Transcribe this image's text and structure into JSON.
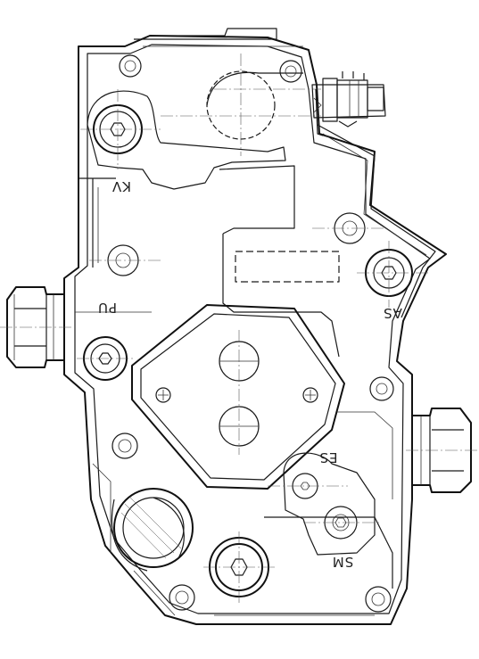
{
  "labels": {
    "kv": "KV",
    "pu": "PU",
    "as": "AS",
    "es": "ES",
    "sm": "SM"
  }
}
